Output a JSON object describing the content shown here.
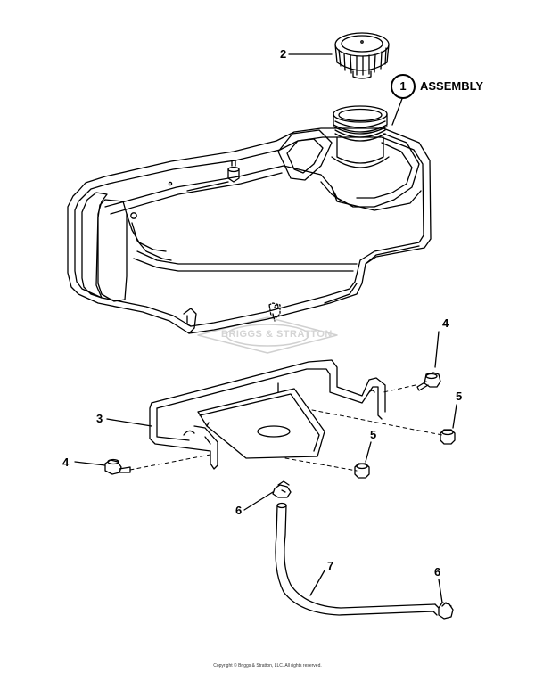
{
  "callouts": {
    "c1": "1",
    "assembly": "ASSEMBLY",
    "c2": "2",
    "c3": "3",
    "c4a": "4",
    "c4b": "4",
    "c5a": "5",
    "c5b": "5",
    "c6a": "6",
    "c6b": "6",
    "c7": "7"
  },
  "watermark": "BRIGGS & STRATTON",
  "copyright": "Copyright © Briggs & Stratton, LLC. All rights reserved."
}
